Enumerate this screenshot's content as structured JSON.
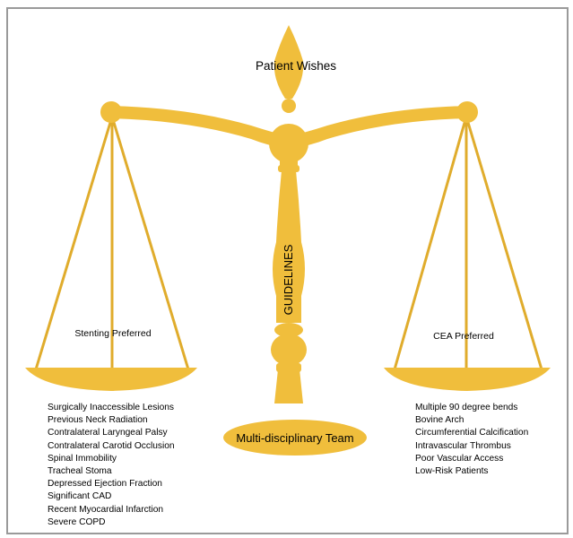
{
  "top_label": "Patient Wishes",
  "pillar_label": "GUIDELINES",
  "base_label": "Multi-disciplinary Team",
  "left_pan": {
    "label": "Stenting Preferred",
    "items": [
      "Surgically Inaccessible Lesions",
      "Previous Neck Radiation",
      "Contralateral Laryngeal Palsy",
      "Contralateral Carotid Occlusion",
      "Spinal Immobility",
      "Tracheal Stoma",
      "Depressed Ejection Fraction",
      "Significant CAD",
      "Recent Myocardial Infarction",
      "Severe COPD"
    ]
  },
  "right_pan": {
    "label": "CEA Preferred",
    "items": [
      "Multiple 90 degree bends",
      "Bovine Arch",
      "Circumferential Calcification",
      "Intravascular Thrombus",
      "Poor Vascular Access",
      "Low-Risk Patients"
    ]
  },
  "colors": {
    "gold": "#f0be3c",
    "frame": "#9a9a9a",
    "text": "#000000"
  }
}
